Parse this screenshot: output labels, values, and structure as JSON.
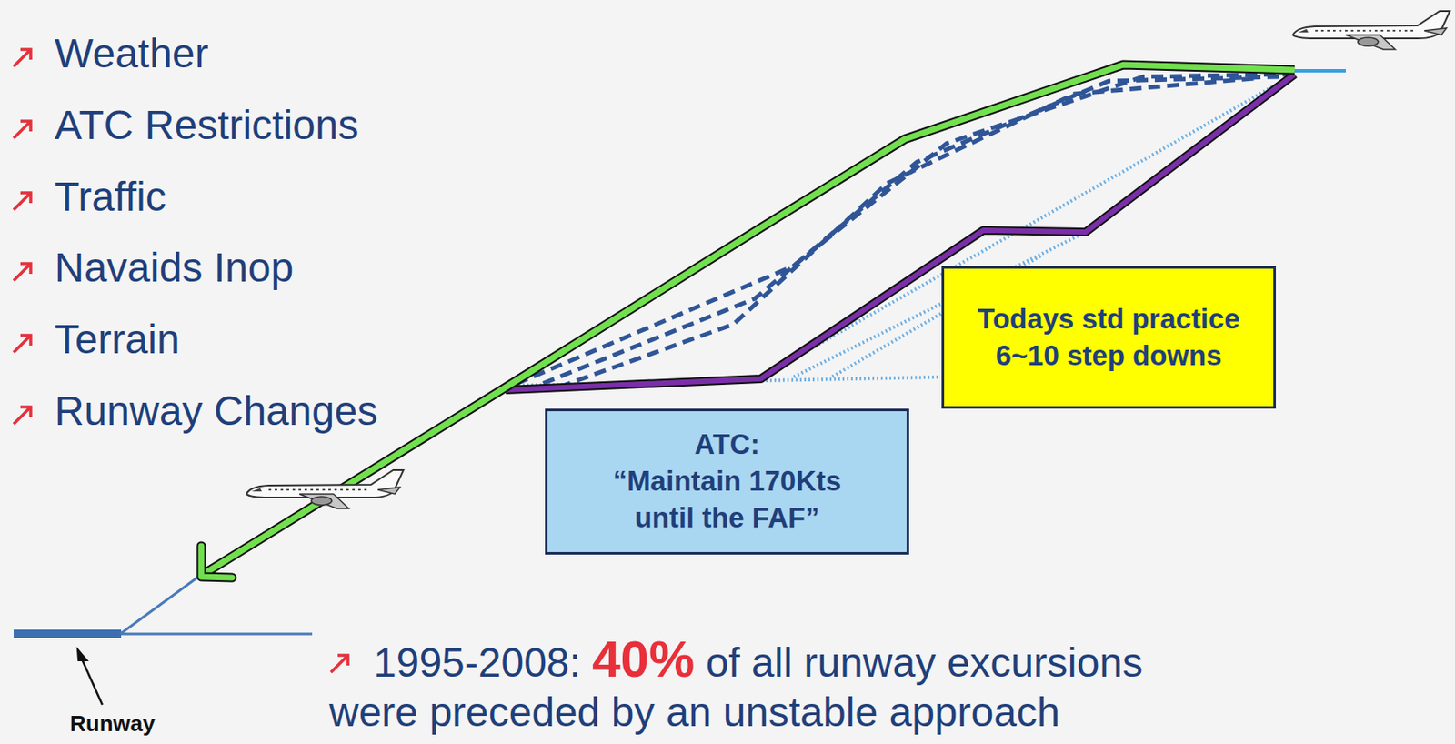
{
  "diagram": {
    "nodes": [
      {
        "text": [
          "Todays std practice 6~10 step downs"
        ]
      },
      {
        "text": [
          "ATC:",
          "“Maintain 170Kts until the FAF”"
        ]
      }
    ],
    "labels": [
      "Weather",
      "ATC Restrictions",
      "Traffic",
      "Navaids Inop",
      "Terrain",
      "Runway Changes",
      "Runway",
      "1995-2008:",
      "40%",
      "of all runway excursions were preceded by an unstable approach"
    ]
  }
}
